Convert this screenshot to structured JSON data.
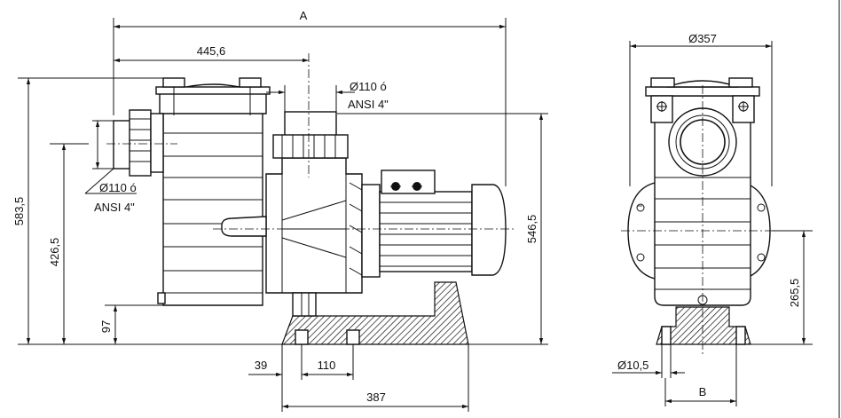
{
  "dimensions": {
    "overall_length": "A",
    "strainer_offset": "445,6",
    "outlet_spec_line1": "Ø110 ó",
    "outlet_spec_line2": "ANSI 4\"",
    "inlet_spec_line1": "Ø110 ó",
    "inlet_spec_line2": "ANSI 4\"",
    "total_height": "583,5",
    "inlet_axis_height": "426,5",
    "motor_height": "546,5",
    "base_to_strainer": "97",
    "base_foot": "39",
    "base_hole_spacing": "110",
    "base_length": "387",
    "strainer_diameter": "Ø357",
    "front_axis_height": "265,5",
    "mount_hole": "Ø10,5",
    "base_width": "B"
  }
}
